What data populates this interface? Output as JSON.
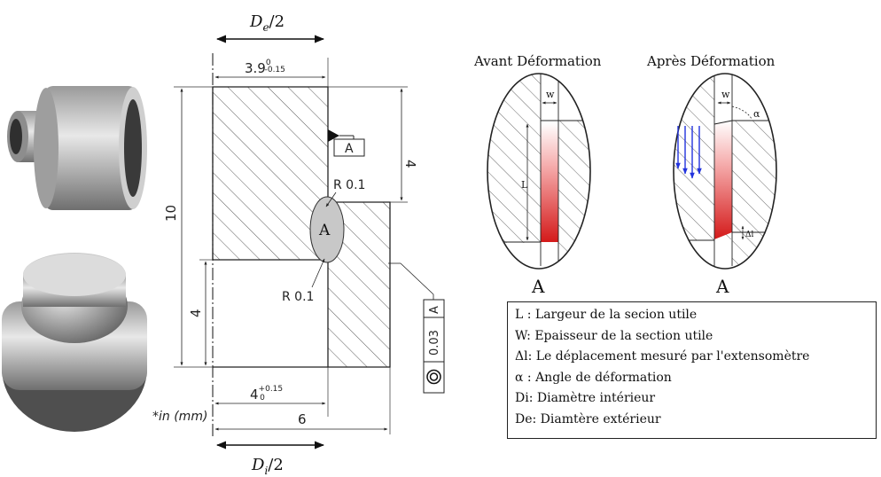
{
  "drawing": {
    "de_half": {
      "base": "D",
      "sub": "e",
      "rest": "/2"
    },
    "di_half": {
      "base": "D",
      "sub": "i",
      "rest": "/2"
    },
    "dim_top": {
      "base": "3.9",
      "sup": "0",
      "sub": "-0.15"
    },
    "dim_bottom": {
      "base": "4",
      "sup": "+0.15",
      "sub": "0"
    },
    "dim_six": "6",
    "dim_ten": "10",
    "dim_four_left": "4",
    "dim_four_right": "4",
    "datum_label": "A",
    "radius_top": "R 0.1",
    "radius_bottom": "R 0.1",
    "zone_label": "A",
    "tolerance": {
      "datum": "A",
      "value": "0.03"
    },
    "units_note": "*in (mm)"
  },
  "deformation": {
    "before_title": "Avant Déformation",
    "after_title": "Après Déformation",
    "w_label": "w",
    "l_label": "L",
    "alpha_label": "α",
    "delta_l_label": "Δl",
    "caption_before": "A",
    "caption_after": "A"
  },
  "legend": [
    "L : Largeur de la secion utile",
    "W: Epaisseur de la section utile",
    "Δl: Le déplacement mesuré par l'extensomètre",
    "α : Angle de déformation",
    "Di: Diamètre intérieur",
    "De: Diamtère extérieur"
  ],
  "colors": {
    "red_section": "#d41a1a",
    "arrows": "#2233dd",
    "zone_fill": "#c8c8c8"
  }
}
